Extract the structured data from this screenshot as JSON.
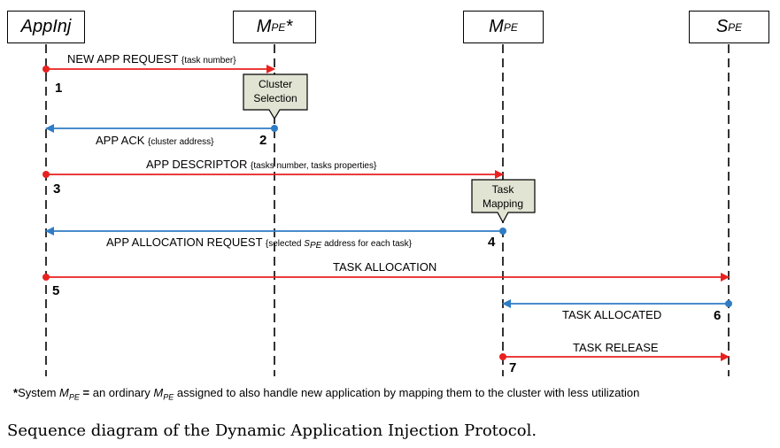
{
  "lifelines": [
    {
      "id": "appinj",
      "name": "AppInj",
      "sub": ""
    },
    {
      "id": "mpe_star",
      "name": "M",
      "sub": "PE",
      "suffix": "*"
    },
    {
      "id": "mpe",
      "name": "M",
      "sub": "PE",
      "suffix": ""
    },
    {
      "id": "spe",
      "name": "S",
      "sub": "PE",
      "suffix": ""
    }
  ],
  "messages": [
    {
      "step": "1",
      "label": "NEW APP REQUEST",
      "detail": "{task number}",
      "color": "#e8211f"
    },
    {
      "step": "2",
      "label": "APP ACK",
      "detail": "{cluster address}",
      "color": "#2f7cc4"
    },
    {
      "step": "3",
      "label": "APP DESCRIPTOR",
      "detail": "{tasks number, tasks properties}",
      "color": "#e8211f"
    },
    {
      "step": "4",
      "label": "APP ALLOCATION REQUEST",
      "detail_pre": "{selected ",
      "detail_var": "S",
      "detail_sub": "PE",
      "detail_post": " address for each task}",
      "color": "#2f7cc4"
    },
    {
      "step": "5",
      "label": "TASK ALLOCATION",
      "detail": "",
      "color": "#e8211f"
    },
    {
      "step": "6",
      "label": "TASK ALLOCATED",
      "detail": "",
      "color": "#2f7cc4"
    },
    {
      "step": "7",
      "label": "TASK RELEASE",
      "detail": "",
      "color": "#e8211f"
    }
  ],
  "process_boxes": [
    {
      "line1": "Cluster",
      "line2": "Selection"
    },
    {
      "line1": "Task",
      "line2": "Mapping"
    }
  ],
  "footnote": {
    "star": "*",
    "pre": "System ",
    "var": "M",
    "sub": "PE",
    "eq": " = ",
    "mid": "an ordinary ",
    "var2": "M",
    "sub2": "PE",
    "post": " assigned to also handle new application by mapping them to the cluster with less utilization"
  },
  "caption": "Sequence diagram of the Dynamic Application Injection Protocol.",
  "colors": {
    "request": "#e8211f",
    "response": "#2f7cc4",
    "process_box": "#e1e3d3"
  }
}
